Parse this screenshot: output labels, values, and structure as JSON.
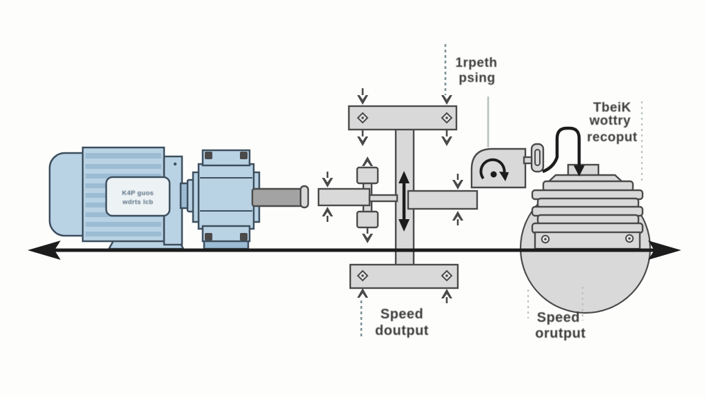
{
  "title": "Motor gearbox and drum speed diagram",
  "colors": {
    "background": "#fdfdfc",
    "motor_blue": "#b9d2e4",
    "motor_blue_dark": "#9cbcd4",
    "motor_outline": "#3d4f5e",
    "plate_bg": "#edf2f5",
    "nameplate_text": "#5a7083",
    "part_gray": "#d9d9d9",
    "part_gray_light": "#e6e6e6",
    "part_outline": "#4a4a4a",
    "shaft_gray": "#a3a3a3",
    "arrow_black": "#1c1c1c",
    "label_text": "#3b3b3b",
    "dashed_leader": "#7d9297",
    "faint_line": "#b9c3bf"
  },
  "labels": {
    "input_speed": {
      "line1": "1rpeth",
      "line2": "psing"
    },
    "torque_output": {
      "line1": "TbeiK",
      "line2": "wottry",
      "line3": "recoput"
    },
    "speed_output_center": {
      "line1": "Speed",
      "line2": "doutput"
    },
    "speed_output_right": {
      "line1": "Speed",
      "line2": "orutput"
    }
  },
  "motor": {
    "nameplate": {
      "line1": "K4P guos",
      "line2": "wdrts lcb"
    }
  }
}
